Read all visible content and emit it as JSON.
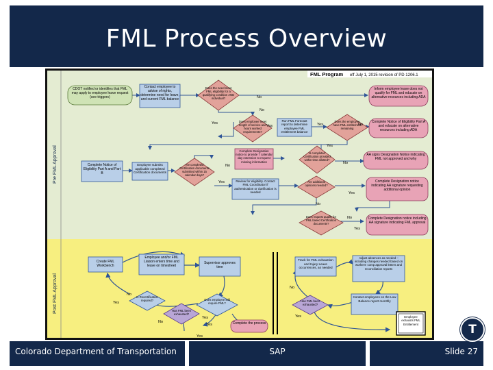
{
  "slide": {
    "title": "FML Process Overview",
    "footer_left": "Colorado Department of Transportation",
    "footer_center": "SAP",
    "footer_right": "Slide 27",
    "logo_letter": "T"
  },
  "colors": {
    "header_bg": "#13284a",
    "pre_bg": "#e4ecd2",
    "post_bg": "#f7ef80",
    "box_blue": "#b9cfe8",
    "box_pink": "#e8a3b6",
    "box_green": "#cfe3b5",
    "decision_red": "#e2a29a",
    "line_blue": "#2f5597"
  },
  "diagram": {
    "header_title": "FML Program",
    "header_revision": "eff July 1, 2015 revision of PD 1206.1",
    "section_pre": "Pre FML Approval",
    "section_post": "Post FML Approval",
    "nodes": {
      "n1": "CDOT notified or identifies that FML may apply to employee leave request (see triggers)",
      "n2": "Contact employee to advise of rights, determine need for leave, and current FML balance",
      "n3": "Does the need meet FML eligibility for a qualifying condition AND individual?",
      "n4": "Inform employee leave does not qualify for FML and educate on alternative resources including ADA",
      "n5": "Does employee meet length of service and hours worked requirements?",
      "n6": "Run FML Forecast report to determine employee FML entitlement balance",
      "n7": "Does the employee have FML entitlement remaining",
      "n8": "Complete Notice of Eligibility Part A and educate on alternative resources including ADA",
      "n9": "Complete Designation notice to provide 7 calendar day extension to request missing information",
      "n10": "Is completed Certification provided within time allotted?",
      "n11": "AA signs Designation Notice indicating FML not approved and why",
      "n12": "Complete Notice of Eligibility Part A and Part B",
      "n13": "Employee submits applicable completed Certification documents",
      "n14": "Are completed Certification documents submitted within 15 calendar days?",
      "n15": "Review for eligibility. Contact FML Coordinator if authentication or clarification is needed",
      "n16": "Are additional opinions needed?",
      "n17": "Complete Designation notice indicating AA signature requesting additional opinion",
      "n18": "Does request qualify for FML based Certification documents?",
      "n19": "Complete Designation notice including AA signature indicating FML approval",
      "p1": "Create FML Workbench",
      "p2": "Employee and/or FML Liaison enters time and leave on timesheet",
      "p3": "Supervisor approves time",
      "p4": "Is Recertification required?",
      "p5": "Does employee still require FML?",
      "p6": "Has FML been exhausted?",
      "p7": "Complete the process",
      "p8": "Track for FML exhaustion and Injury Leave occurrences, as needed",
      "p9": "Adjust absences as needed – including changes needed based on workers' comp approval letters and reconciliation reports",
      "p10": "Has FML been exhausted?",
      "p11": "Contact employees on the Low Balance report monthly",
      "p12": "Employee exhausts FML Entitlement"
    },
    "labels": {
      "yes": "Yes",
      "no": "No"
    }
  }
}
